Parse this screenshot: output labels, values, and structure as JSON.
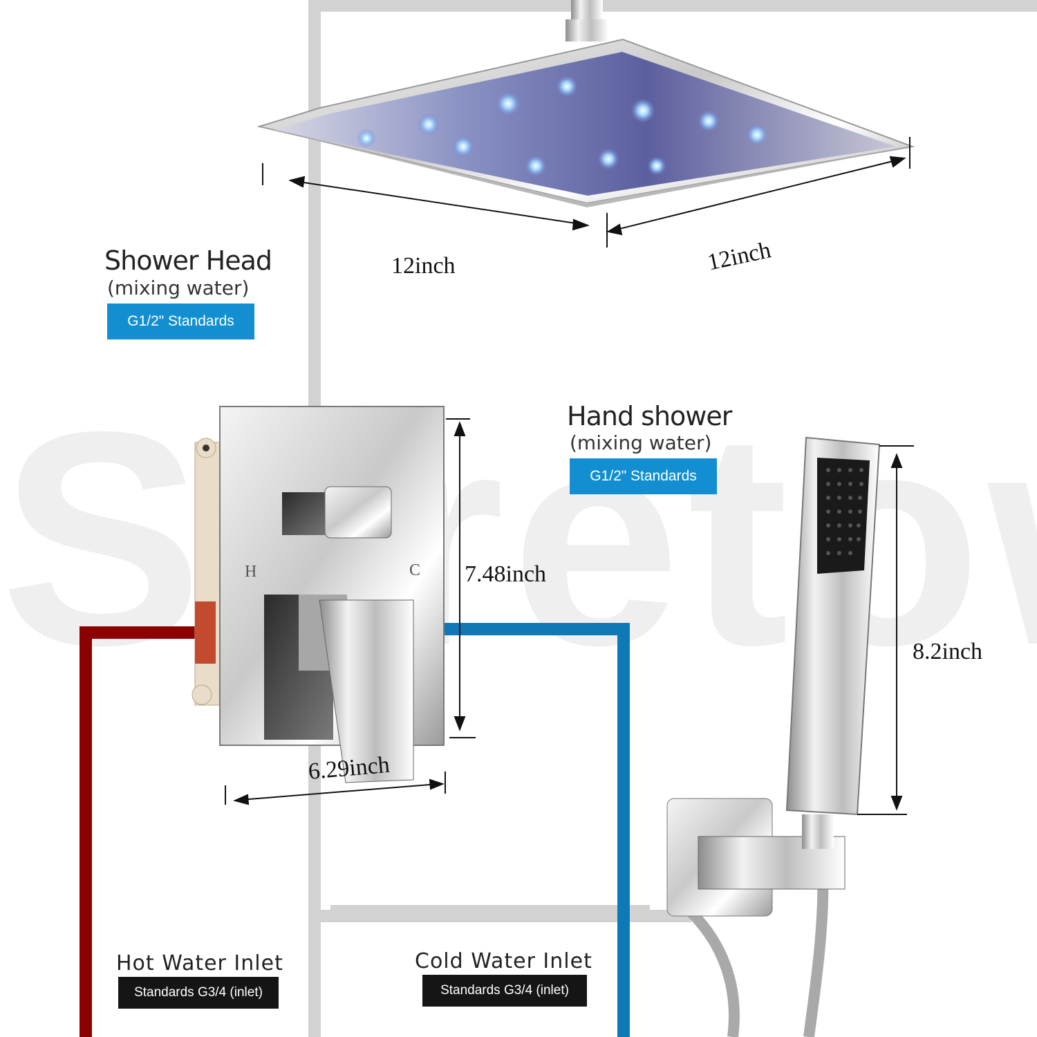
{
  "watermark": "Saretow",
  "shower_head": {
    "title": "Shower Head",
    "subtitle": "(mixing water)",
    "standard": "G1/2\" Standards",
    "width": "12inch",
    "depth": "12inch"
  },
  "hand_shower": {
    "title": "Hand shower",
    "subtitle": "(mixing water)",
    "standard": "G1/2\" Standards",
    "length": "8.2inch"
  },
  "valve": {
    "hot_mark": "H",
    "cold_mark": "C",
    "height": "7.48inch",
    "width": "6.29inch"
  },
  "hot_inlet": {
    "title": "Hot Water Inlet",
    "standard": "Standards G3/4 (inlet)"
  },
  "cold_inlet": {
    "title": "Cold Water Inlet",
    "standard": "Standards G3/4 (inlet)"
  },
  "colors": {
    "hot_pipe": "#8b0000",
    "cold_pipe": "#0f79b5",
    "mixed_pipe": "#d2d2d2",
    "badge_blue": "#138fd1",
    "badge_dark": "#151515"
  }
}
